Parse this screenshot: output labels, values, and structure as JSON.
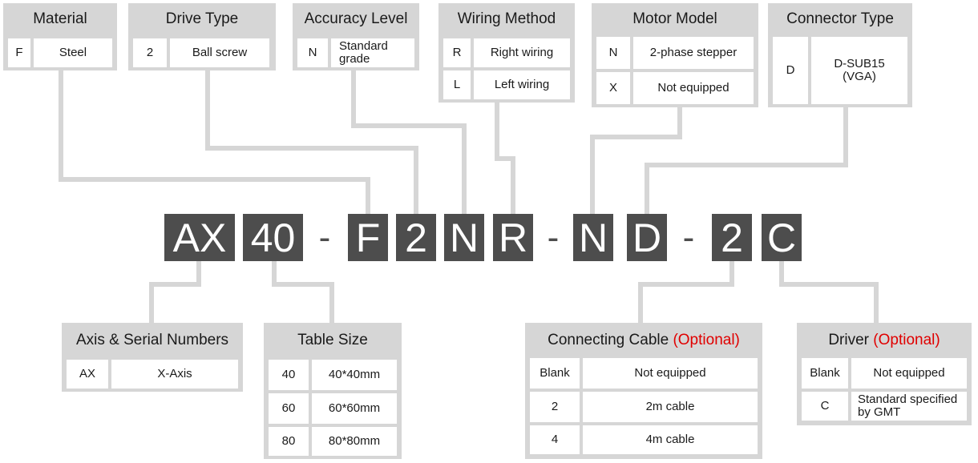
{
  "model_code": {
    "segments": [
      "AX",
      "40",
      "F",
      "2",
      "N",
      "R",
      "N",
      "D",
      "2",
      "C"
    ],
    "dash": "-"
  },
  "tables": {
    "material": {
      "title": "Material",
      "rows": [
        {
          "code": "F",
          "desc": "Steel"
        }
      ]
    },
    "drive_type": {
      "title": "Drive Type",
      "rows": [
        {
          "code": "2",
          "desc": "Ball screw"
        }
      ]
    },
    "accuracy_level": {
      "title": "Accuracy Level",
      "rows": [
        {
          "code": "N",
          "desc": "Standard grade"
        }
      ]
    },
    "wiring_method": {
      "title": "Wiring Method",
      "rows": [
        {
          "code": "R",
          "desc": "Right wiring"
        },
        {
          "code": "L",
          "desc": "Left wiring"
        }
      ]
    },
    "motor_model": {
      "title": "Motor Model",
      "rows": [
        {
          "code": "N",
          "desc": "2-phase stepper"
        },
        {
          "code": "X",
          "desc": "Not equipped"
        }
      ]
    },
    "connector_type": {
      "title": "Connector Type",
      "rows": [
        {
          "code": "D",
          "desc": "D-SUB15 (VGA)"
        }
      ]
    },
    "axis_serial": {
      "title": "Axis & Serial Numbers",
      "rows": [
        {
          "code": "AX",
          "desc": "X-Axis"
        }
      ]
    },
    "table_size": {
      "title": "Table Size",
      "rows": [
        {
          "code": "40",
          "desc": "40*40mm"
        },
        {
          "code": "60",
          "desc": "60*60mm"
        },
        {
          "code": "80",
          "desc": "80*80mm"
        }
      ]
    },
    "connecting_cable": {
      "title": "Connecting Cable",
      "optional": "(Optional)",
      "rows": [
        {
          "code": "Blank",
          "desc": "Not equipped"
        },
        {
          "code": "2",
          "desc": "2m cable"
        },
        {
          "code": "4",
          "desc": "4m cable"
        }
      ]
    },
    "driver": {
      "title": "Driver",
      "optional": "(Optional)",
      "rows": [
        {
          "code": "Blank",
          "desc": "Not equipped"
        },
        {
          "code": "C",
          "desc": "Standard specified by GMT"
        }
      ]
    }
  },
  "colors": {
    "box_fill": "#d6d6d6",
    "segment_fill": "#4d4d4d",
    "optional_text": "#e00000",
    "connector_line": "#d6d6d6"
  }
}
